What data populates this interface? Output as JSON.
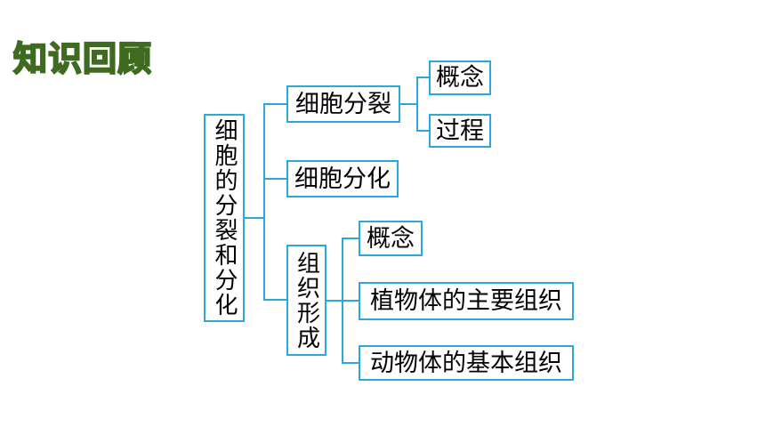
{
  "slide": {
    "title": "知识回顾"
  },
  "colors": {
    "background": "#FFFFFF",
    "box_border": "#2BA6DE",
    "box_text": "#000000",
    "title_fill": "#8CC863",
    "title_outline": "#3E6B1F"
  },
  "diagram": {
    "root": {
      "label": "细胞的分裂和分化"
    },
    "branches": [
      {
        "label": "细胞分裂",
        "children": [
          {
            "label": "概念"
          },
          {
            "label": "过程"
          }
        ]
      },
      {
        "label": "细胞分化",
        "children": []
      },
      {
        "label": "组织形成",
        "children": [
          {
            "label": "概念"
          },
          {
            "label": "植物体的主要组织"
          },
          {
            "label": "动物体的基本组织"
          }
        ]
      }
    ]
  }
}
